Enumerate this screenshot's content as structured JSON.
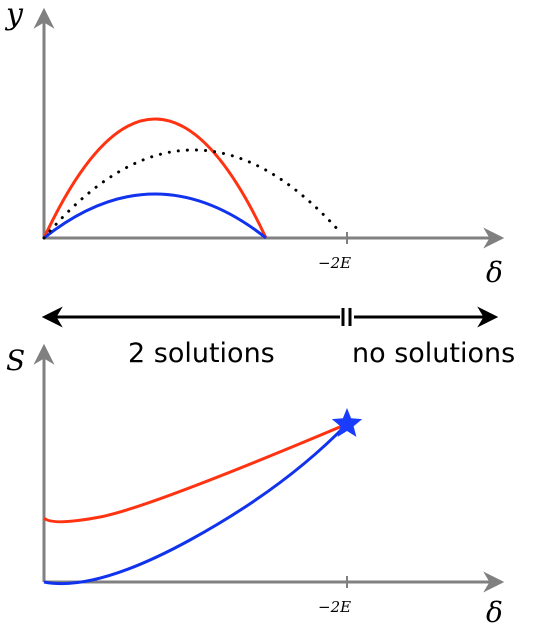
{
  "colors": {
    "axis": "#808080",
    "red": "#ff3311",
    "blue": "#1133ee",
    "black": "#000000",
    "star": "#1a3cff"
  },
  "top_panel": {
    "y_label": "y",
    "x_label": "δ",
    "tick_label": "−2E"
  },
  "regions": {
    "left_label": "2 solutions",
    "right_label": "no solutions"
  },
  "bottom_panel": {
    "y_label": "S",
    "x_label": "δ",
    "tick_label": "−2E",
    "endpoint_icon": "star-icon"
  }
}
